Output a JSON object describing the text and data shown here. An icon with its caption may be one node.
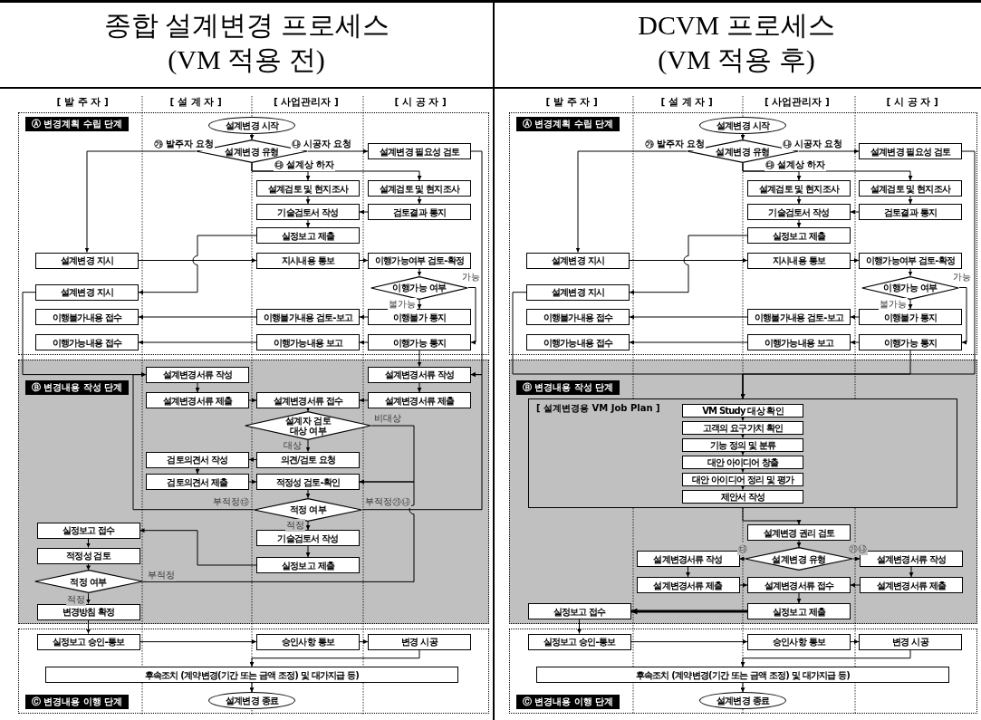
{
  "diagram": {
    "nodes": [
      {
        "text": [
          "Ⓐ 변경계획 수립 단계"
        ]
      },
      {
        "text": [
          "설계변경 시작"
        ],
        "in": 0
      },
      {
        "text": [
          "설계변경 유형"
        ],
        "in": 0
      },
      {
        "text": [
          "설계변경 필요성 검토"
        ],
        "in": 0
      },
      {
        "text": [
          "설계검토 및 현지조사"
        ],
        "in": 0
      },
      {
        "text": [
          "설계검토 및 현지조사"
        ],
        "in": 0
      },
      {
        "text": [
          "기술검토서 작성"
        ],
        "in": 0
      },
      {
        "text": [
          "검토결과 통지"
        ],
        "in": 0
      },
      {
        "text": [
          "실정보고 제출"
        ],
        "in": 0
      },
      {
        "text": [
          "설계변경 지시"
        ],
        "in": 0
      },
      {
        "text": [
          "지시내용 통보"
        ],
        "in": 0
      },
      {
        "text": [
          "이행가능여부 검토-확정"
        ],
        "in": 0
      },
      {
        "text": [
          "이행가능 여부"
        ],
        "in": 0
      },
      {
        "text": [
          "설계변경 지시"
        ],
        "in": 0
      },
      {
        "text": [
          "이행불가내용 접수"
        ],
        "in": 0
      },
      {
        "text": [
          "이행불가내용 검토-보고"
        ],
        "in": 0
      },
      {
        "text": [
          "이행불가 통지"
        ],
        "in": 0
      },
      {
        "text": [
          "이행가능내용 접수"
        ],
        "in": 0
      },
      {
        "text": [
          "이행가능내용 보고"
        ],
        "in": 0
      },
      {
        "text": [
          "이행가능 통지"
        ],
        "in": 0
      },
      {
        "text": [
          "Ⓑ 변경내용 작성 단계"
        ]
      },
      {
        "text": [
          "설계변경서류 작성"
        ],
        "in": 20
      },
      {
        "text": [
          "설계변경서류 작성"
        ],
        "in": 20
      },
      {
        "text": [
          "설계변경서류 제출"
        ],
        "in": 20
      },
      {
        "text": [
          "설계변경서류 접수"
        ],
        "in": 20
      },
      {
        "text": [
          "설계변경서류 제출"
        ],
        "in": 20
      },
      {
        "text": [
          "설계자 검토 대상 여부"
        ],
        "in": 20
      },
      {
        "text": [
          "검토의견서 작성"
        ],
        "in": 20
      },
      {
        "text": [
          "의견/검토 요청"
        ],
        "in": 20
      },
      {
        "text": [
          "검토의견서 제출"
        ],
        "in": 20
      },
      {
        "text": [
          "적정성 검토-확인"
        ],
        "in": 20
      },
      {
        "text": [
          "적정 여부"
        ],
        "in": 20
      },
      {
        "text": [
          "실정보고 접수"
        ],
        "in": 20
      },
      {
        "text": [
          "기술검토서 작성"
        ],
        "in": 20
      },
      {
        "text": [
          "적정성 검토"
        ],
        "in": 20
      },
      {
        "text": [
          "실정보고 제출"
        ],
        "in": 20
      },
      {
        "text": [
          "적정 여부"
        ],
        "in": 20
      },
      {
        "text": [
          "변경방침 확정"
        ],
        "in": 20
      },
      {
        "text": [
          "Ⓒ 변경내용 이행 단계"
        ]
      },
      {
        "text": [
          "실정보고 승인-통보"
        ],
        "in": 38
      },
      {
        "text": [
          "승인사항 통보"
        ],
        "in": 38
      },
      {
        "text": [
          "변경 시공"
        ],
        "in": 38
      },
      {
        "text": [
          "후속조치 (계약변경(기간 또는 금액 조정) 및 대가지급 등)"
        ],
        "in": 38
      },
      {
        "text": [
          "설계변경 종료"
        ],
        "in": 38
      },
      {
        "text": [
          "Ⓐ 변경계획 수립 단계"
        ]
      },
      {
        "text": [
          "설계변경 시작"
        ],
        "in": 44
      },
      {
        "text": [
          "설계변경 유형"
        ],
        "in": 44
      },
      {
        "text": [
          "설계변경 필요성 검토"
        ],
        "in": 44
      },
      {
        "text": [
          "설계검토 및 현지조사"
        ],
        "in": 44
      },
      {
        "text": [
          "설계검토 및 현지조사"
        ],
        "in": 44
      },
      {
        "text": [
          "기술검토서 작성"
        ],
        "in": 44
      },
      {
        "text": [
          "검토결과 통지"
        ],
        "in": 44
      },
      {
        "text": [
          "실정보고 제출"
        ],
        "in": 44
      },
      {
        "text": [
          "설계변경 지시"
        ],
        "in": 44
      },
      {
        "text": [
          "지시내용 통보"
        ],
        "in": 44
      },
      {
        "text": [
          "이행가능여부 검토-확정"
        ],
        "in": 44
      },
      {
        "text": [
          "이행가능 여부"
        ],
        "in": 44
      },
      {
        "text": [
          "설계변경 지시"
        ],
        "in": 44
      },
      {
        "text": [
          "이행불가내용 접수"
        ],
        "in": 44
      },
      {
        "text": [
          "이행불가내용 검토-보고"
        ],
        "in": 44
      },
      {
        "text": [
          "이행불가 통지"
        ],
        "in": 44
      },
      {
        "text": [
          "이행가능내용 접수"
        ],
        "in": 44
      },
      {
        "text": [
          "이행가능내용 보고"
        ],
        "in": 44
      },
      {
        "text": [
          "이행가능 통지"
        ],
        "in": 44
      },
      {
        "text": [
          "Ⓑ 변경내용 작성 단계"
        ]
      },
      {
        "text": [
          "[ 설계변경용 VM Job Plan ]"
        ],
        "in": 64
      },
      {
        "text": [
          "VM Study 대상 확인"
        ],
        "in": 65
      },
      {
        "text": [
          "고객의 요구가치 확인"
        ],
        "in": 65
      },
      {
        "text": [
          "기능 정의 및 분류"
        ],
        "in": 65
      },
      {
        "text": [
          "대안 아이디어 창출"
        ],
        "in": 65
      },
      {
        "text": [
          "대안 아이디어 정리 및 평가"
        ],
        "in": 65
      },
      {
        "text": [
          "제안서 작성"
        ],
        "in": 65
      },
      {
        "text": [
          "설계변경 권리 검토"
        ],
        "in": 64
      },
      {
        "text": [
          "설계변경 유형"
        ],
        "in": 64
      },
      {
        "text": [
          "설계변경서류 작성"
        ],
        "in": 64
      },
      {
        "text": [
          "설계변경서류 작성"
        ],
        "in": 64
      },
      {
        "text": [
          "설계변경서류 제출"
        ],
        "in": 64
      },
      {
        "text": [
          "설계변경서류 접수"
        ],
        "in": 64
      },
      {
        "text": [
          "설계변경서류 제출"
        ],
        "in": 64
      },
      {
        "text": [
          "실정보고 접수"
        ],
        "in": 64
      },
      {
        "text": [
          "실정보고 제출"
        ],
        "in": 64
      },
      {
        "text": [
          "Ⓒ 변경내용 이행 단계"
        ]
      },
      {
        "text": [
          "실정보고 승인-통보"
        ],
        "in": 81
      },
      {
        "text": [
          "승인사항 통보"
        ],
        "in": 81
      },
      {
        "text": [
          "변경 시공"
        ],
        "in": 81
      },
      {
        "text": [
          "후속조치 (계약변경(기간 또는 금액 조정) 및 대가지급 등)"
        ],
        "in": 81
      },
      {
        "text": [
          "설계변경 종료"
        ],
        "in": 81
      }
    ],
    "edges": [
      {
        "from": 1,
        "to": 2,
        "arrow": "to"
      },
      {
        "from": 2,
        "to": 9,
        "arrow": "to",
        "label": "㉮ 발주자 요청"
      },
      {
        "from": 2,
        "to": 3,
        "arrow": "to",
        "label": "㉯ 시공자 요청"
      },
      {
        "from": 2,
        "to": 4,
        "arrow": "to",
        "label": "㉰ 설계상 하자"
      },
      {
        "from": 2,
        "to": 5,
        "arrow": "to"
      },
      {
        "from": 4,
        "to": 6,
        "arrow": "to"
      },
      {
        "from": 5,
        "to": 7,
        "arrow": "to"
      },
      {
        "from": 7,
        "to": 6,
        "arrow": "to"
      },
      {
        "from": 6,
        "to": 8,
        "arrow": "to"
      },
      {
        "from": 8,
        "to": 13,
        "arrow": "to"
      },
      {
        "from": 9,
        "to": 10,
        "arrow": "to"
      },
      {
        "from": 10,
        "to": 11,
        "arrow": "to"
      },
      {
        "from": 11,
        "to": 12,
        "arrow": "to"
      },
      {
        "from": 12,
        "to": 16,
        "arrow": "to",
        "label": "불가능"
      },
      {
        "from": 12,
        "to": 19,
        "arrow": "to",
        "label": "가능"
      },
      {
        "from": 16,
        "to": 15,
        "arrow": "to"
      },
      {
        "from": 15,
        "to": 14,
        "arrow": "to"
      },
      {
        "from": 19,
        "to": 18,
        "arrow": "to"
      },
      {
        "from": 18,
        "to": 17,
        "arrow": "to"
      },
      {
        "from": 3,
        "to": 22,
        "arrow": "to"
      },
      {
        "from": 19,
        "to": 22,
        "arrow": "to"
      },
      {
        "from": 13,
        "to": 21,
        "arrow": "to"
      },
      {
        "from": 21,
        "to": 23,
        "arrow": "to"
      },
      {
        "from": 22,
        "to": 25,
        "arrow": "to"
      },
      {
        "from": 23,
        "to": 24,
        "arrow": "to"
      },
      {
        "from": 25,
        "to": 24,
        "arrow": "to"
      },
      {
        "from": 24,
        "to": 26,
        "arrow": "to"
      },
      {
        "from": 26,
        "to": 28,
        "arrow": "to",
        "label": "대상"
      },
      {
        "from": 26,
        "to": 30,
        "arrow": "to",
        "label": "비대상"
      },
      {
        "from": 28,
        "to": 27,
        "arrow": "to"
      },
      {
        "from": 27,
        "to": 29,
        "arrow": "to"
      },
      {
        "from": 29,
        "to": 30,
        "arrow": "to"
      },
      {
        "from": 30,
        "to": 31,
        "arrow": "to"
      },
      {
        "from": 31,
        "to": 21,
        "arrow": "to",
        "label": "부적정㉰"
      },
      {
        "from": 31,
        "to": 22,
        "arrow": "to",
        "label": "부적정㉮㉯"
      },
      {
        "from": 31,
        "to": 33,
        "arrow": "to",
        "label": "적정"
      },
      {
        "from": 33,
        "to": 35,
        "arrow": "to"
      },
      {
        "from": 35,
        "to": 32,
        "arrow": "to"
      },
      {
        "from": 32,
        "to": 34,
        "arrow": "to"
      },
      {
        "from": 34,
        "to": 36,
        "arrow": "to"
      },
      {
        "from": 36,
        "to": 37,
        "arrow": "to",
        "label": "적정"
      },
      {
        "from": 36,
        "to": 30,
        "arrow": "to",
        "label": "부적정"
      },
      {
        "from": 37,
        "to": 39,
        "arrow": "to"
      },
      {
        "from": 39,
        "to": 40,
        "arrow": "to"
      },
      {
        "from": 40,
        "to": 41,
        "arrow": "to"
      },
      {
        "from": 41,
        "to": 42,
        "arrow": "to"
      },
      {
        "from": 42,
        "to": 43,
        "arrow": "to"
      },
      {
        "from": 45,
        "to": 46,
        "arrow": "to"
      },
      {
        "from": 46,
        "to": 53,
        "arrow": "to",
        "label": "㉮ 발주자 요청"
      },
      {
        "from": 46,
        "to": 47,
        "arrow": "to",
        "label": "㉯ 시공자 요청"
      },
      {
        "from": 46,
        "to": 48,
        "arrow": "to",
        "label": "㉰ 설계상 하자"
      },
      {
        "from": 46,
        "to": 49,
        "arrow": "to"
      },
      {
        "from": 48,
        "to": 50,
        "arrow": "to"
      },
      {
        "from": 49,
        "to": 51,
        "arrow": "to"
      },
      {
        "from": 51,
        "to": 50,
        "arrow": "to"
      },
      {
        "from": 50,
        "to": 52,
        "arrow": "to"
      },
      {
        "from": 52,
        "to": 57,
        "arrow": "to"
      },
      {
        "from": 53,
        "to": 54,
        "arrow": "to"
      },
      {
        "from": 54,
        "to": 55,
        "arrow": "to"
      },
      {
        "from": 55,
        "to": 56,
        "arrow": "to"
      },
      {
        "from": 56,
        "to": 60,
        "arrow": "to",
        "label": "불가능"
      },
      {
        "from": 56,
        "to": 63,
        "arrow": "to",
        "label": "가능"
      },
      {
        "from": 60,
        "to": 59,
        "arrow": "to"
      },
      {
        "from": 59,
        "to": 58,
        "arrow": "to"
      },
      {
        "from": 63,
        "to": 62,
        "arrow": "to"
      },
      {
        "from": 62,
        "to": 61,
        "arrow": "to"
      },
      {
        "from": 47,
        "to": 65,
        "arrow": "to"
      },
      {
        "from": 63,
        "to": 65,
        "arrow": "to"
      },
      {
        "from": 57,
        "to": 65,
        "arrow": "to"
      },
      {
        "from": 66,
        "to": 67,
        "arrow": "to"
      },
      {
        "from": 67,
        "to": 68,
        "arrow": "to"
      },
      {
        "from": 68,
        "to": 69,
        "arrow": "to"
      },
      {
        "from": 69,
        "to": 70,
        "arrow": "to"
      },
      {
        "from": 70,
        "to": 71,
        "arrow": "to"
      },
      {
        "from": 65,
        "to": 72,
        "arrow": "to"
      },
      {
        "from": 72,
        "to": 73,
        "arrow": "to"
      },
      {
        "from": 73,
        "to": 74,
        "arrow": "to",
        "label": "㉰"
      },
      {
        "from": 73,
        "to": 75,
        "arrow": "to",
        "label": "㉮㉯"
      },
      {
        "from": 74,
        "to": 76,
        "arrow": "to"
      },
      {
        "from": 76,
        "to": 77,
        "arrow": "to"
      },
      {
        "from": 75,
        "to": 78,
        "arrow": "to"
      },
      {
        "from": 78,
        "to": 77,
        "arrow": "to"
      },
      {
        "from": 77,
        "to": 80,
        "arrow": "to"
      },
      {
        "from": 80,
        "to": 79,
        "arrow": "to",
        "style": "thick"
      },
      {
        "from": 79,
        "to": 82,
        "arrow": "to"
      },
      {
        "from": 82,
        "to": 83,
        "arrow": "to"
      },
      {
        "from": 83,
        "to": 84,
        "arrow": "to"
      },
      {
        "from": 84,
        "to": 85,
        "arrow": "to"
      },
      {
        "from": 85,
        "to": 86,
        "arrow": "to"
      }
    ],
    "labels": [
      "종합 설계변경 프로세스 (VM 적용 전)",
      "DCVM 프로세스 (VM 적용 후)",
      "[ 발 주 자 ]",
      "[ 설 계 자 ]",
      "[ 사업관리자 ]",
      "[ 시 공 자 ]",
      "[ 발 주 자 ]",
      "[ 설 계 자 ]",
      "[ 사업관리자 ]",
      "[ 시 공 자 ]"
    ]
  }
}
